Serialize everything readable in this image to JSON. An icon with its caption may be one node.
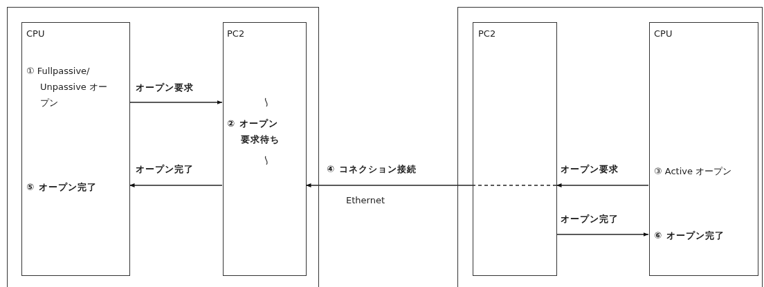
{
  "diagram": {
    "nodes": [
      {
        "text": [],
        "shape": "box"
      },
      {
        "text": [
          "CPU",
          "① Fullpassive/ Unpassive オープン",
          "⑤ オープン完了"
        ],
        "in": 0
      },
      {
        "text": [
          "PC2",
          "② オープン要求待ち"
        ],
        "in": 0
      },
      {
        "text": [],
        "shape": "box"
      },
      {
        "text": [
          "PC2"
        ],
        "in": 3
      },
      {
        "text": [
          "CPU",
          "③ Active オープン",
          "⑥ オープン完了"
        ],
        "in": 3
      }
    ],
    "edges": [
      {
        "from": 1,
        "to": 2,
        "arrow": "to",
        "label": "オープン要求"
      },
      {
        "from": 2,
        "to": 1,
        "arrow": "to",
        "label": "オープン完了"
      },
      {
        "from": 5,
        "to": 4,
        "arrow": "to",
        "label": "オープン要求"
      },
      {
        "from": 4,
        "to": 2,
        "arrow": "to",
        "label": "④ コネクション接続"
      },
      {
        "from": 4,
        "to": 5,
        "arrow": "to",
        "label": "オープン完了"
      }
    ],
    "labels": [
      "Ethernet"
    ]
  }
}
